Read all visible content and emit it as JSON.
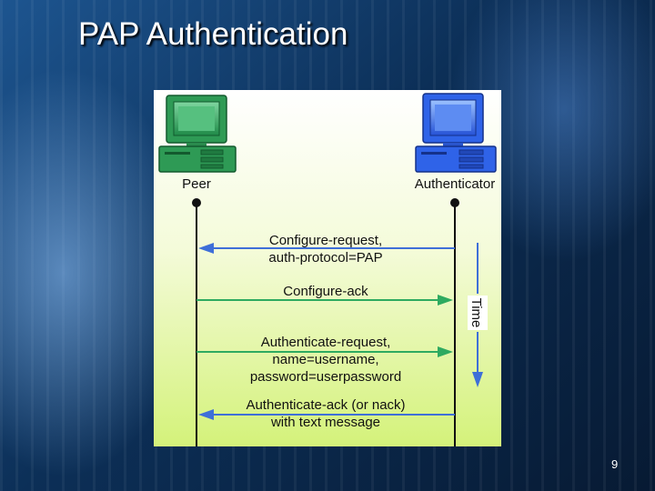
{
  "slide": {
    "title": "PAP Authentication",
    "page_number": "9"
  },
  "diagram": {
    "peer_label": "Peer",
    "authenticator_label": "Authenticator",
    "time_label": "Time",
    "messages": [
      {
        "lines": [
          "Configure-request,",
          "auth-protocol=PAP"
        ],
        "direction": "to-peer"
      },
      {
        "lines": [
          "Configure-ack"
        ],
        "direction": "to-authenticator"
      },
      {
        "lines": [
          "Authenticate-request,",
          "name=username,",
          "password=userpassword"
        ],
        "direction": "to-authenticator"
      },
      {
        "lines": [
          "Authenticate-ack (or nack)",
          "with text message"
        ],
        "direction": "to-peer"
      }
    ],
    "colors": {
      "peer_computer": "#2e9a55",
      "authenticator_computer": "#2f63e8",
      "arrow_to_peer": "#3e6fd8",
      "arrow_to_authenticator": "#2eaa60",
      "time_arrow": "#3e6fd8"
    }
  }
}
